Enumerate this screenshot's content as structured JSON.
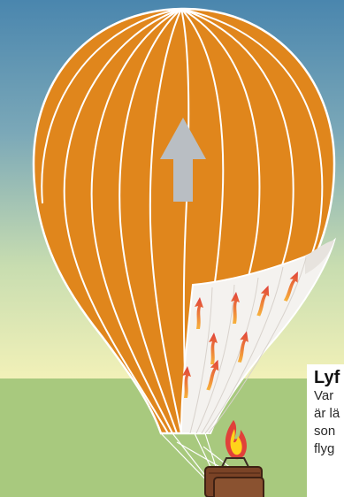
{
  "caption": {
    "title": "Lyf",
    "lines": [
      "Var",
      "är lä",
      "son",
      "flyg"
    ]
  },
  "colors": {
    "envelope": "#E0861C",
    "seams": "#FFFFFF",
    "sky_top": "#4A86AE",
    "sky_bottom": "#EEF0B2",
    "ground": "#A8C97E",
    "arrow_gray": "#B9BEC3",
    "heat_arrow_red": "#E0413A",
    "flame_yellow": "#FFD31A",
    "basket_brown": "#7A4326"
  },
  "icons": [
    "up-arrow-icon",
    "heat-arrow-icon",
    "flame-icon",
    "basket-icon"
  ]
}
